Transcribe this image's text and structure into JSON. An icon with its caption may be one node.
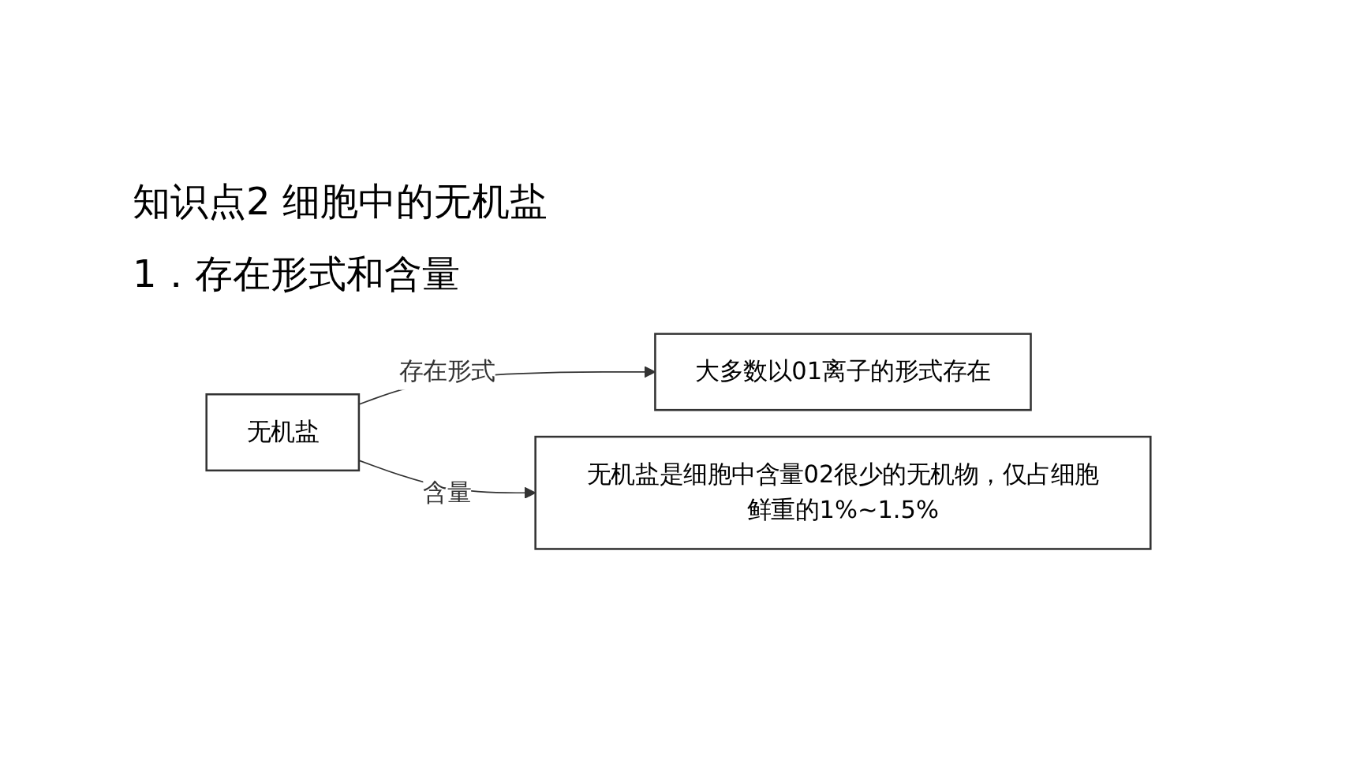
{
  "diagram": {
    "title": "知识点2 细胞中的无机盐",
    "nodes": [
      {
        "text": [
          "无机盐"
        ]
      },
      {
        "text": [
          "大多数以01",
          "离子",
          "的形式存在"
        ]
      },
      {
        "text": [
          "无机盐是细胞中含量02",
          "很少",
          "的无机物，仅占细胞鲜重的1%~1.5%"
        ]
      }
    ],
    "edges": [
      {
        "from": 0,
        "to": 1,
        "arrow": "to",
        "label": "存在形式"
      },
      {
        "from": 0,
        "to": 2,
        "arrow": "to",
        "label": "含量"
      }
    ],
    "labels": [
      "1．存在形式和含量"
    ]
  }
}
